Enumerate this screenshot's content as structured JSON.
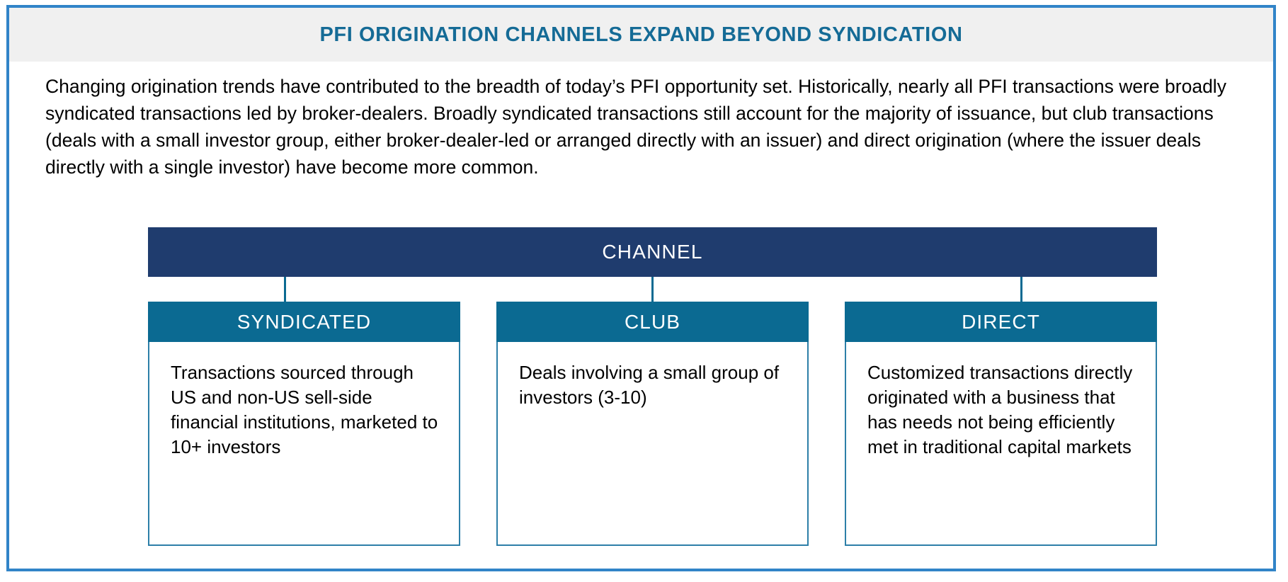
{
  "exhibit": {
    "title": "PFI ORIGINATION CHANNELS EXPAND BEYOND SYNDICATION",
    "intro": "Changing origination trends have contributed to the breadth of today’s PFI opportunity set. Historically, nearly all PFI transactions were broadly syndicated transactions led by broker-dealers. Broadly syndicated transactions still account for the majority of issuance, but club transactions (deals with a small investor group, either broker-dealer-led or arranged directly with an issuer) and direct origination (where the issuer deals directly with a single investor) have become more common."
  },
  "diagram": {
    "channel_label": "CHANNEL",
    "columns": [
      {
        "header": "SYNDICATED",
        "body": "Transactions sourced through US and non-US sell-side financial institutions, marketed to 10+ investors"
      },
      {
        "header": "CLUB",
        "body": "Deals involving a small group of investors (3-10)"
      },
      {
        "header": "DIRECT",
        "body": "Customized transactions directly originated with a business that has needs not being efficiently met in traditional capital markets"
      }
    ]
  },
  "colors": {
    "border": "#3184c8",
    "title_band": "#f0f0f0",
    "title_text": "#156b96",
    "channel_bar": "#1f3c6e",
    "column_header": "#0b6a92",
    "box_border": "#2d7fa8"
  }
}
